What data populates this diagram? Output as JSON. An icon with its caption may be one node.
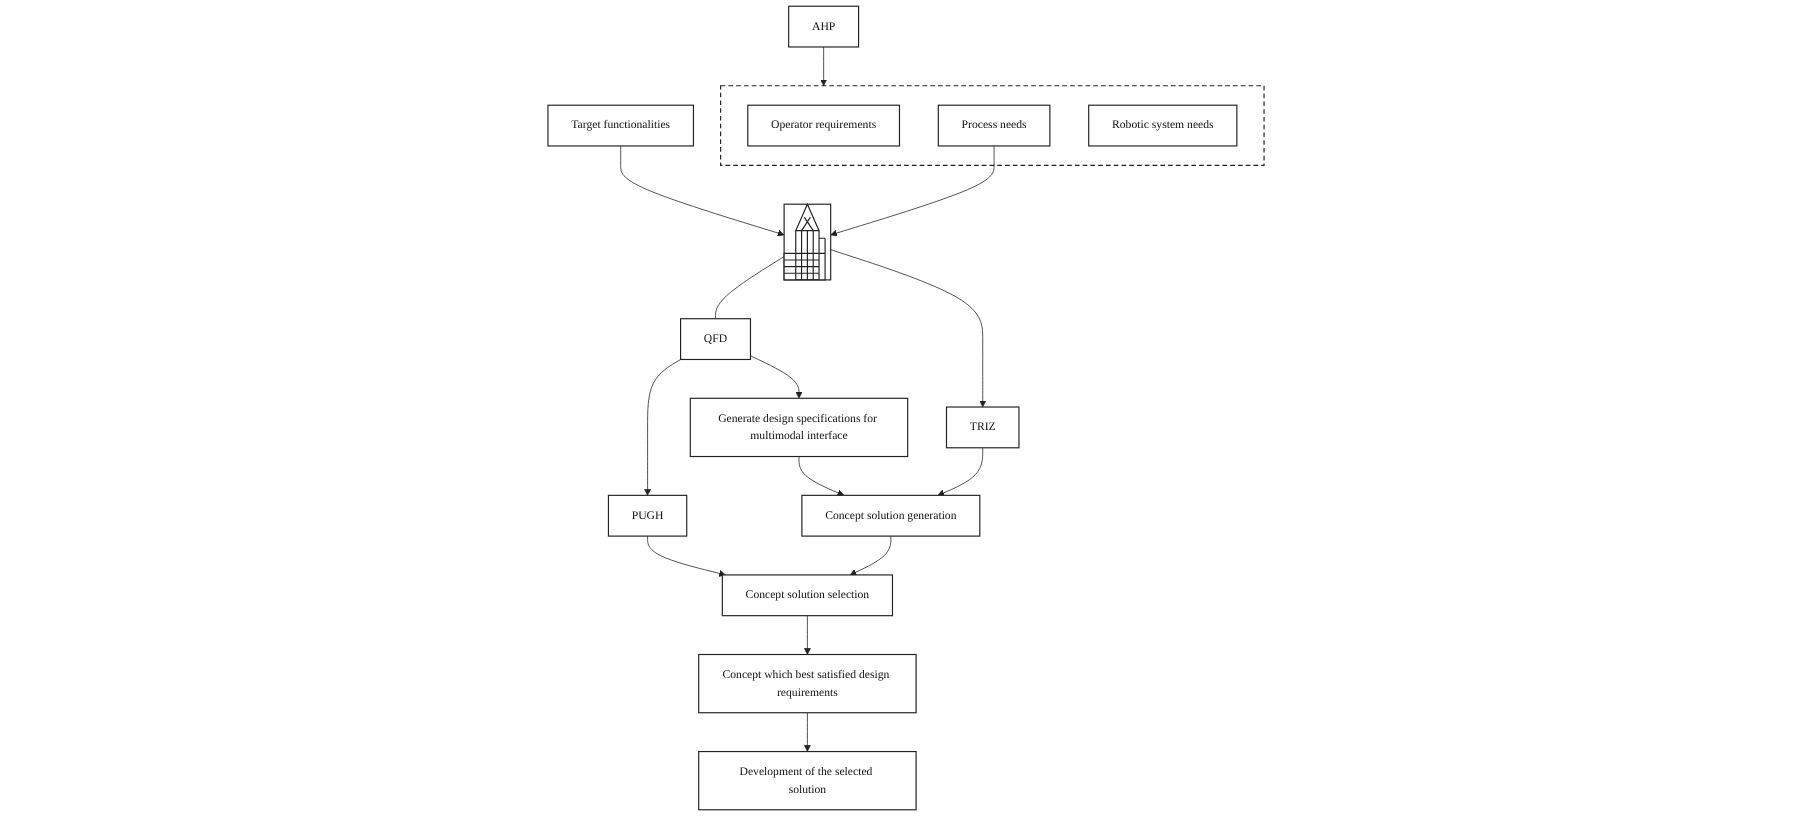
{
  "diagram": {
    "nodes": [
      {
        "text": [],
        "shape": "box"
      },
      {
        "text": [
          "Operator requirements"
        ],
        "in": 0
      },
      {
        "text": [
          "Process needs"
        ],
        "in": 0
      },
      {
        "text": [
          "Robotic system needs"
        ],
        "in": 0
      },
      {
        "text": [
          "AHP"
        ]
      },
      {
        "text": [
          "Target functionalities"
        ]
      },
      {
        "text": [],
        "shape": "picture"
      },
      {
        "text": [
          "QFD"
        ]
      },
      {
        "text": [
          "PUGH"
        ]
      },
      {
        "text": [
          "TRIZ"
        ]
      },
      {
        "text": [
          "Concept solution selection"
        ]
      },
      {
        "text": [
          "Concept which best satisfied design requirements"
        ]
      },
      {
        "text": [
          "Generate design specifications for multimodal interface"
        ]
      },
      {
        "text": [
          "Concept solution generation"
        ]
      },
      {
        "text": [
          "Development of the selected solution"
        ]
      }
    ],
    "edges": [
      {
        "from": 4,
        "to": 0,
        "arrow": "to"
      },
      {
        "from": 5,
        "to": 6,
        "arrow": "to"
      },
      {
        "from": 2,
        "to": 6,
        "arrow": "to"
      },
      {
        "from": 6,
        "to": 7,
        "arrow": "none"
      },
      {
        "from": 6,
        "to": 9,
        "arrow": "to"
      },
      {
        "from": 7,
        "to": 8,
        "arrow": "to"
      },
      {
        "from": 7,
        "to": 12,
        "arrow": "to"
      },
      {
        "from": 8,
        "to": 10,
        "arrow": "to"
      },
      {
        "from": 10,
        "to": 11,
        "arrow": "to"
      },
      {
        "from": 11,
        "to": 14,
        "arrow": "to"
      },
      {
        "from": 12,
        "to": 13,
        "arrow": "to"
      },
      {
        "from": 9,
        "to": 13,
        "arrow": "to"
      },
      {
        "from": 13,
        "to": 10,
        "arrow": "to"
      }
    ]
  }
}
